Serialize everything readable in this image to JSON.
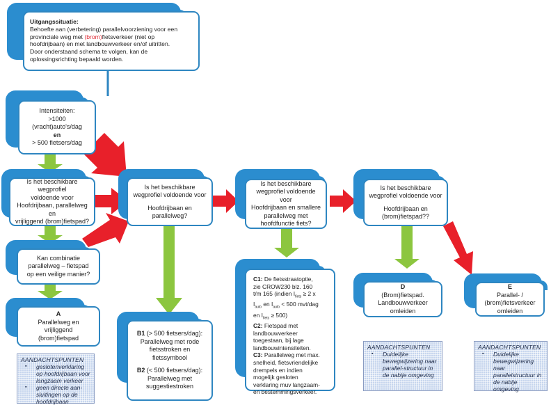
{
  "colors": {
    "box_border": "#2e86c1",
    "box_back": "#2b8dcf",
    "arrow_no": "#e8202a",
    "arrow_yes": "#8cc63f",
    "note_bg": "#c7d6ee"
  },
  "start": {
    "title": "Uitgangssituatie:",
    "line1a": "Behoefte aan (verbetering) parallelvoorziening voor een",
    "line2a": "provinciale weg met ",
    "line2b": "(brom)",
    "line2c": "fietsverkeer (niet op",
    "line3": "hoofdrijbaan) en met  landbouwverkeer en/of uitritten.",
    "line4": "Door onderstaand schema te volgen, kan de",
    "line5": "oplossingsrichting bepaald worden."
  },
  "intensity": {
    "l1": "Intensiteiten:",
    "l2": ">1000",
    "l3": "(vracht)auto's/dag",
    "l4": "en",
    "l5": "> 500 fietsers/dag"
  },
  "q1": {
    "l1": "Is het beschikbare wegprofiel",
    "l2": "voldoende voor",
    "l3": "Hoofdrijbaan, parallelweg en",
    "l4": "vrijliggend (brom)fietspad?"
  },
  "q1b": {
    "l1": "Kan combinatie",
    "l2": "parallelweg – fietspad",
    "l3": "op een veilige manier?"
  },
  "q2": {
    "l1": "Is het beschikbare",
    "l2": "wegprofiel voldoende voor",
    "l3": "Hoofdrijbaan en",
    "l4": "parallelweg?"
  },
  "q3": {
    "l1": "Is het beschikbare",
    "l2": "wegprofiel voldoende voor",
    "l3": "Hoofdrijbaan en smallere",
    "l4": "parallelweg met",
    "l5": "hoofdfunctie fiets?"
  },
  "q4": {
    "l1": "Is het beschikbare",
    "l2": "wegprofiel voldoende voor",
    "l3": "Hoofdrijbaan en",
    "l4": "(brom)fietspad??"
  },
  "outcome_a": {
    "label": "A",
    "l1": "Parallelweg en",
    "l2": "vrijliggend",
    "l3": "(brom)fietspad"
  },
  "outcome_b": {
    "b1_label": "B1",
    "b1_cond": " (> 500 fietsers/dag):",
    "b1_l1": "Parallelweg met rode",
    "b1_l2": "fietsstroken en",
    "b1_l3": "fietssymbool",
    "b2_label": "B2",
    "b2_cond": " (< 500 fietsers/dag):",
    "b2_l1": "Parallelweg met",
    "b2_l2": "suggestiestroken"
  },
  "outcome_c": {
    "c1_label": "C1:",
    "c1_l1": " De fietsstraatoptie,",
    "c1_l2": "zie CROW230 blz. 160",
    "c1_l3a": "t/m 165 (indien I",
    "c1_sub1": "fiets",
    "c1_l3b": " ≥ 2 x",
    "c1_l4a": "I",
    "c1_sub2": "auto",
    "c1_l4b": " en I",
    "c1_sub3": "auto",
    "c1_l4c": " < 500 mvt/dag",
    "c1_l5a": "en I",
    "c1_sub4": "fiets",
    "c1_l5b": " ≥ 500)",
    "c2_label": "C2:",
    "c2_l1": " Fietspad met",
    "c2_l2": "landbouwverkeer",
    "c2_l3": "toegestaan, bij lage",
    "c2_l4": "landbouwintensiteiten.",
    "c3_label": "C3:",
    "c3_l1": " Parallelweg met max.",
    "c3_l2": "snelheid, fietsvriendelijke",
    "c3_l3": "drempels en indien",
    "c3_l4": "mogelijk gesloten",
    "c3_l5": "verklaring muv langzaam-",
    "c3_l6": "en bestemmingsverkeer."
  },
  "outcome_d": {
    "label": "D",
    "l1": "(Brom)fietspad.",
    "l2": "Landbouwverkeer",
    "l3": "omleiden"
  },
  "outcome_e": {
    "label": "E",
    "l1": "Parallel- /",
    "l2": "(brom)fietsverkeer",
    "l3": "omleiden"
  },
  "notes": {
    "a": {
      "title": "AANDACHTSPUNTEN",
      "items": [
        "geslotenverklaring op hoofdrijbaan voor langzaam verkeer",
        "geen directe aan-sluitingen op de hoofdrijbaan"
      ]
    },
    "d": {
      "title": "AANDACHTSPUNTEN",
      "items": [
        "Duidelijke bewegwijzering naar parallel-structuur in de nabije omgeving"
      ]
    },
    "e": {
      "title": "AANDACHTSPUNTEN",
      "items": [
        "Duidelijke bewegwijzering naar parallelstructuur in de nabije omgeving"
      ]
    }
  }
}
